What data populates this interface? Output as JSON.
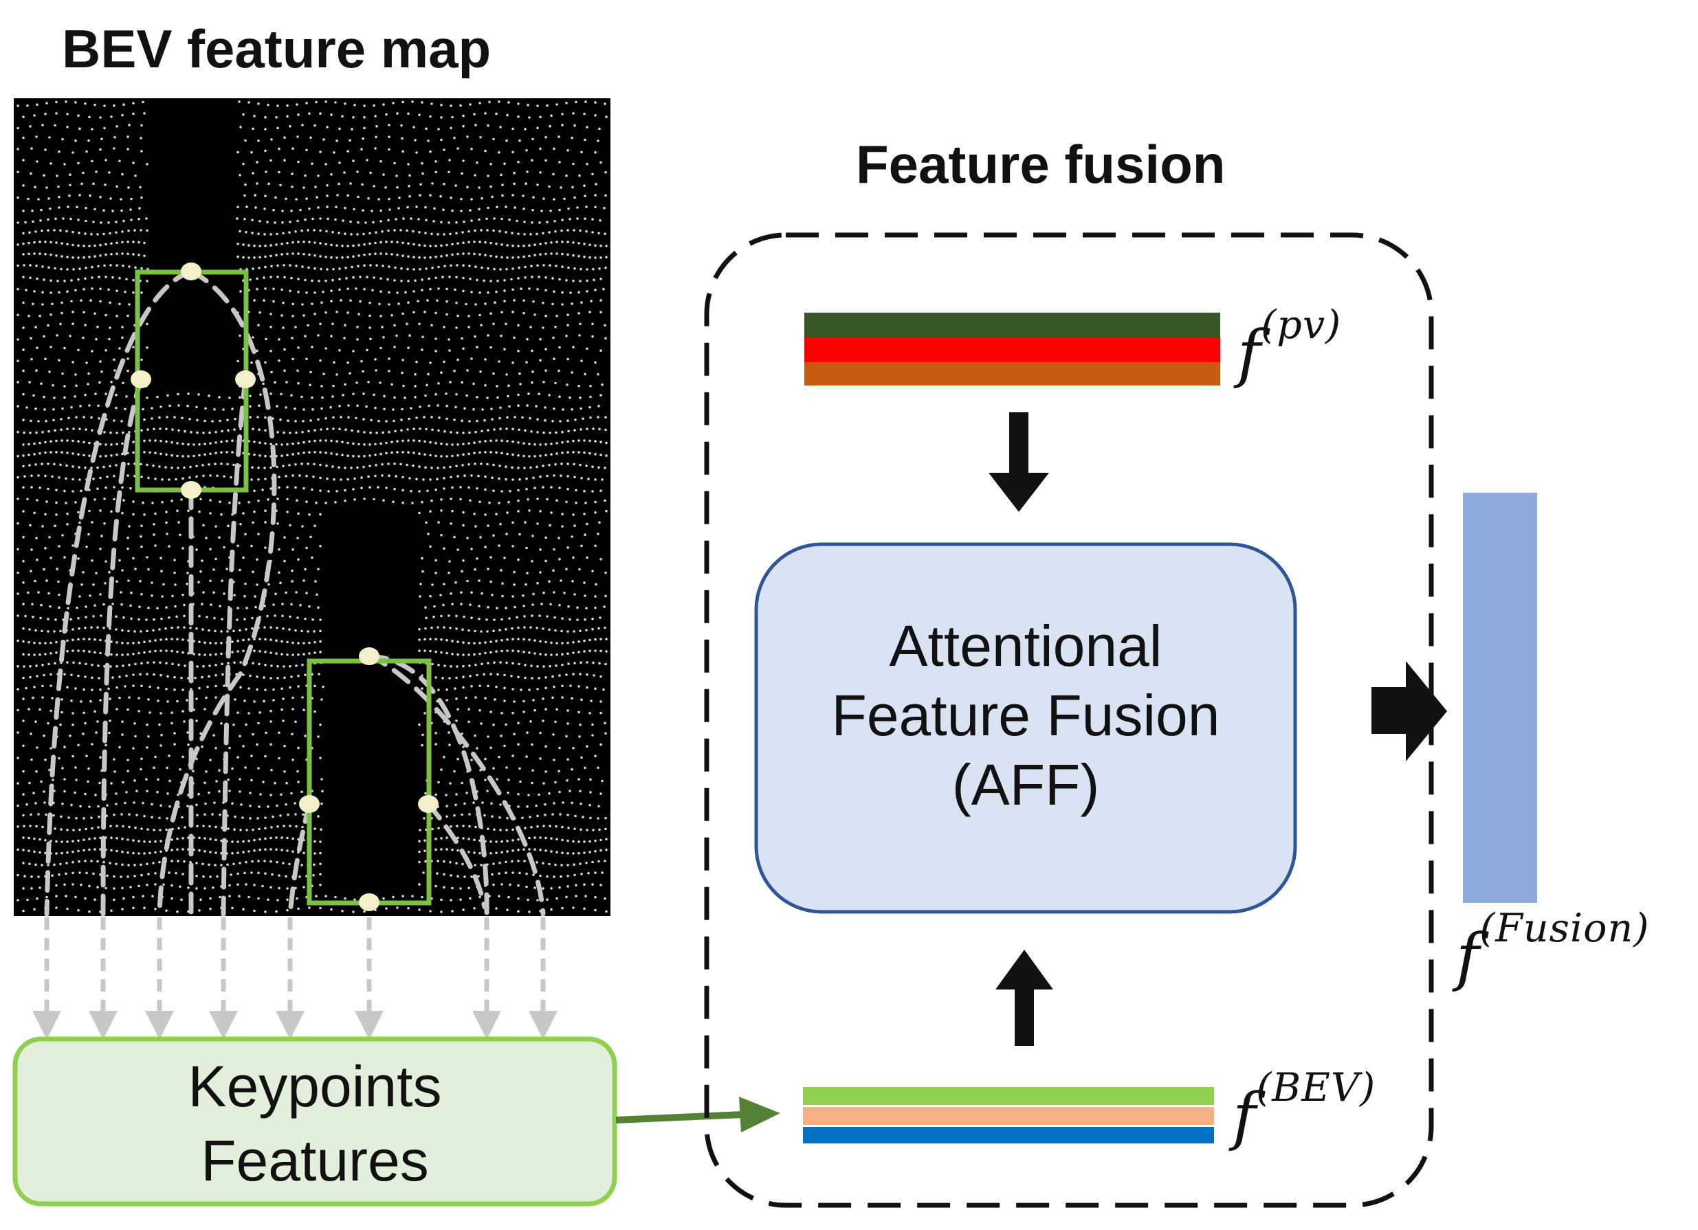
{
  "bev_map": {
    "title": "BEV feature map",
    "background": "#000000",
    "dot_color": "#d8d8d8",
    "box_color": "#7cc043",
    "keypoint_color": "#f3efc9",
    "dash_color": "#c8c8c8"
  },
  "feature_fusion": {
    "title": "Feature fusion",
    "aff_box": {
      "line1": "Attentional",
      "line2": "Feature Fusion",
      "line3": "(AFF)",
      "fill": "#dae3f3",
      "stroke": "#2f5597"
    },
    "pv_label": {
      "base": "f",
      "sup": "(pv)"
    },
    "bev_label": {
      "base": "f",
      "sup": "(BEV)"
    },
    "pv_stripe_colors": [
      "#375623",
      "#ff0000",
      "#c55a11"
    ],
    "bev_stripe_colors": [
      "#92d050",
      "#f4b183",
      "#0070c0"
    ]
  },
  "keypoints_box": {
    "line1": "Keypoints",
    "line2": "Features",
    "fill": "#e2efda",
    "stroke": "#8fd04d"
  },
  "fusion_output": {
    "label": {
      "base": "f",
      "sup": "(Fusion)"
    },
    "color": "#8faadc"
  }
}
